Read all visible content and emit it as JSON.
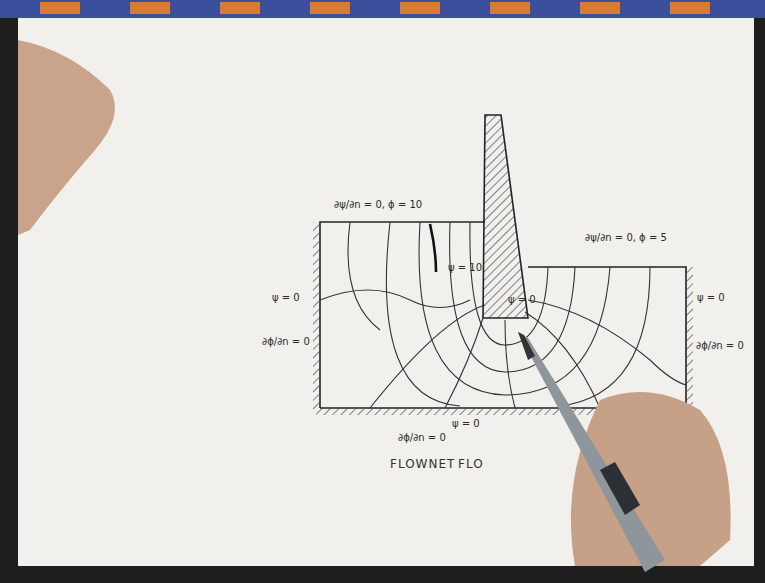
{
  "diagram": {
    "labels": [
      "∂ψ/∂n = 0, ϕ = 10",
      "∂ψ/∂n = 0, ϕ = 5",
      "ψ = 10",
      "ψ = 0",
      "ψ = 0",
      "∂ϕ/∂n = 0",
      "ψ = 0",
      "∂ϕ/∂n = 0",
      "ψ = 0",
      "∂ϕ/∂n = 0",
      "FLOWNET",
      "FLO"
    ]
  }
}
